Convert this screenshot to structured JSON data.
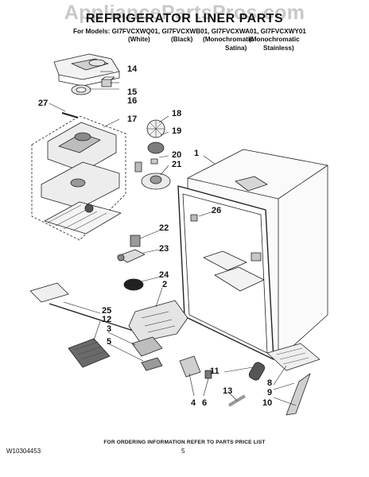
{
  "header": {
    "watermark": "AppliancePartsPros.com",
    "title": "REFRIGERATOR LINER PARTS",
    "models_line": "For Models: GI7FVCXWQ01, GI7FVCXWB01, GI7FVCXWA01, GI7FVCXWY01",
    "variant_white": "(White)",
    "variant_black": "(Black)",
    "variant_satina_1": "(Monochromatic",
    "variant_satina_2": "Satina)",
    "variant_stainless_1": "(Monochromatic",
    "variant_stainless_2": "Stainless)"
  },
  "callouts": [
    "1",
    "2",
    "3",
    "4",
    "5",
    "6",
    "8",
    "9",
    "10",
    "11",
    "12",
    "13",
    "14",
    "15",
    "16",
    "17",
    "18",
    "19",
    "20",
    "21",
    "22",
    "23",
    "24",
    "25",
    "26",
    "27"
  ],
  "footer": {
    "ordering_note": "FOR ORDERING INFORMATION REFER TO PARTS PRICE LIST",
    "document_number": "W10304453",
    "page_number": "5"
  }
}
